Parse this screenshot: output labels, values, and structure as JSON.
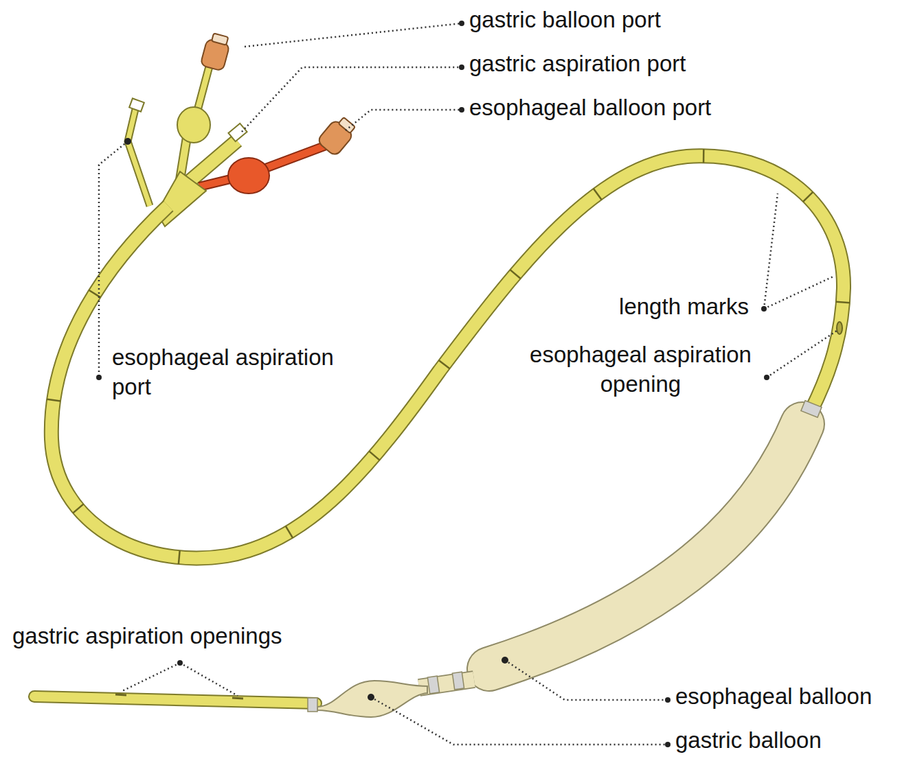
{
  "diagram": {
    "labels": [
      "gastric balloon port",
      "gastric aspiration port",
      "esophageal balloon port",
      "length marks",
      "esophageal aspiration port",
      "esophageal aspiration opening",
      "gastric aspiration openings",
      "esophageal balloon",
      "gastric balloon"
    ]
  }
}
